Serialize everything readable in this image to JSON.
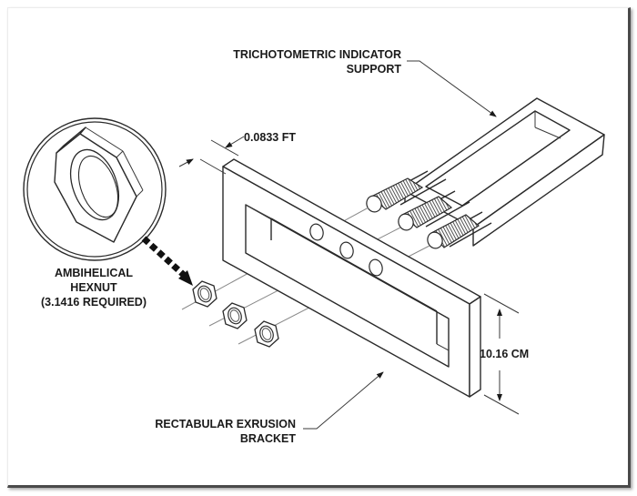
{
  "diagram": {
    "title": "Exploded isometric assembly drawing",
    "labels": {
      "support_line1": "TRICHOTOMETRIC INDICATOR",
      "support_line2": "SUPPORT",
      "thickness": "0.0833 FT",
      "hexnut_line1": "AMBIHELICAL",
      "hexnut_line2": "HEXNUT",
      "hexnut_line3": "(3.1416 REQUIRED)",
      "height": "10.16 CM",
      "bracket_line1": "RECTABULAR EXRUSION",
      "bracket_line2": "BRACKET"
    },
    "parts": [
      {
        "name": "Trichotometric Indicator Support",
        "feature": "U-shaped frame with 3 threaded rods"
      },
      {
        "name": "Rectabular Exrusion Bracket",
        "feature": "rectangular plate with slot and 3 holes"
      },
      {
        "name": "Ambihelical Hexnut",
        "quantity_shown": 3
      }
    ],
    "colors": {
      "line": "#2a2a2a",
      "background": "#ffffff",
      "frame_shadow": "#4a4a4a"
    }
  }
}
